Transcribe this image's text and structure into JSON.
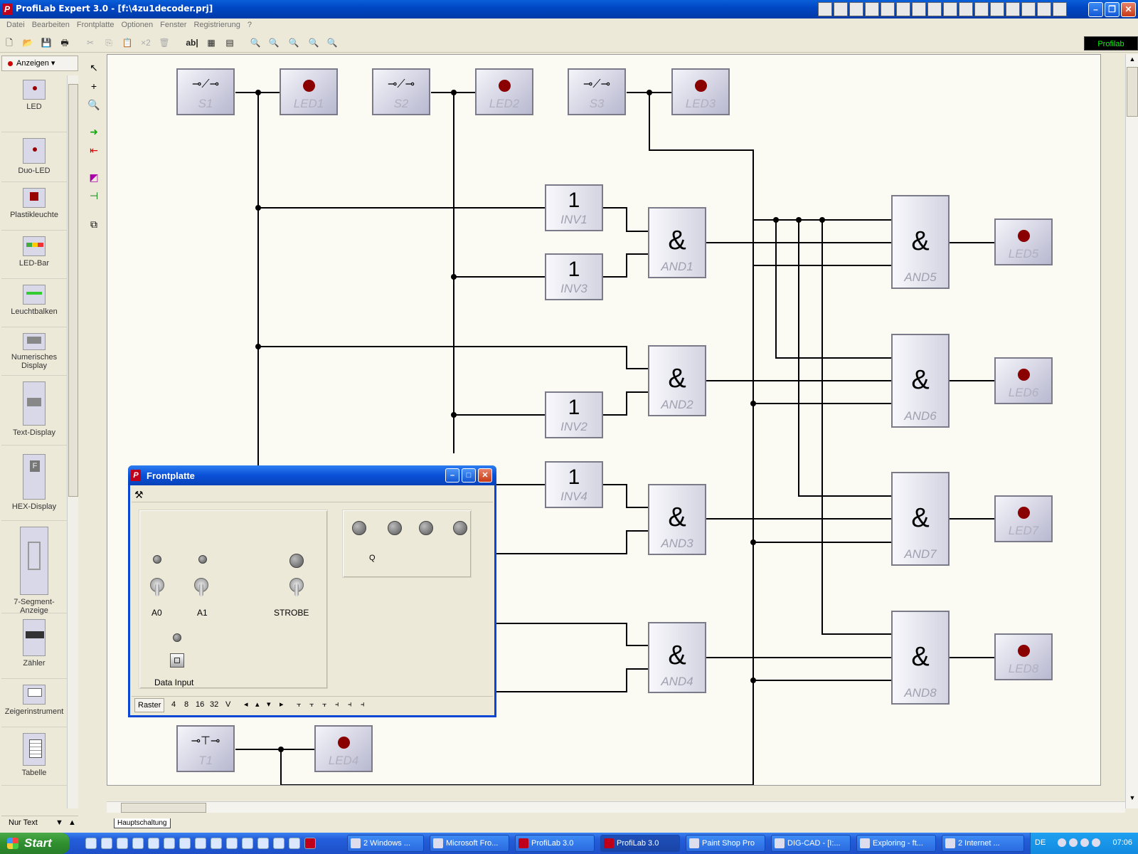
{
  "window": {
    "title": "ProfiLab Expert 3.0 - [f:\\4zu1decoder.prj]",
    "app_icon": "P"
  },
  "menu": [
    "Datei",
    "Bearbeiten",
    "Frontplatte",
    "Optionen",
    "Fenster",
    "Registrierung",
    "?"
  ],
  "toolbar": {
    "badge": "Profilab",
    "copy2_label": "×2",
    "text_tool": "ab|"
  },
  "palette": {
    "selector": "Anzeigen",
    "items": [
      {
        "label": "LED",
        "tag": "LED0"
      },
      {
        "label": "Duo-LED",
        "tag": "DLED0"
      },
      {
        "label": "Plastikleuchte",
        "tag": "LA0"
      },
      {
        "label": "LED-Bar",
        "tag": "LB0"
      },
      {
        "label": "Leuchtbalken",
        "tag": "LB0"
      },
      {
        "label": "Numerisches Display",
        "tag": "ND0"
      },
      {
        "label": "Text-Display",
        "tag": "TD0"
      },
      {
        "label": "HEX-Display",
        "tag": "HD0"
      },
      {
        "label": "7-Segment-Anzeige",
        "tag": "7Seg0"
      },
      {
        "label": "Zähler",
        "tag": "CO0"
      },
      {
        "label": "Zeigerinstrument",
        "tag": "IM0"
      },
      {
        "label": "Tabelle",
        "tag": "TAB0"
      }
    ],
    "bottom_tab": "Nur Text"
  },
  "canvas": {
    "switches": [
      "S1",
      "S2",
      "S3"
    ],
    "button": "T1",
    "leds": [
      "LED1",
      "LED2",
      "LED3",
      "LED4",
      "LED5",
      "LED6",
      "LED7",
      "LED8"
    ],
    "inverters": [
      "INV1",
      "INV3",
      "INV2",
      "INV4"
    ],
    "and_gates": [
      "AND1",
      "AND2",
      "AND3",
      "AND4",
      "AND5",
      "AND6",
      "AND7",
      "AND8"
    ],
    "inv_symbol": "1",
    "and_symbol": "&",
    "sheet_tab": "Hauptschaltung"
  },
  "frontplatte": {
    "title": "Frontplatte",
    "inputs": [
      "A0",
      "A1",
      "STROBE"
    ],
    "data_input": "Data Input",
    "output_label": "Q",
    "status": {
      "raster": "Raster",
      "grid_values": [
        "4",
        "8",
        "16",
        "32"
      ],
      "v": "V"
    }
  },
  "taskbar": {
    "start": "Start",
    "tasks": [
      "2 Windows ...",
      "Microsoft Fro...",
      "ProfiLab 3.0",
      "ProfiLab 3.0",
      "Paint Shop Pro",
      "DIG-CAD - [I:...",
      "Exploring - ft...",
      "2 Internet ..."
    ],
    "lang": "DE",
    "clock": "07:06"
  }
}
